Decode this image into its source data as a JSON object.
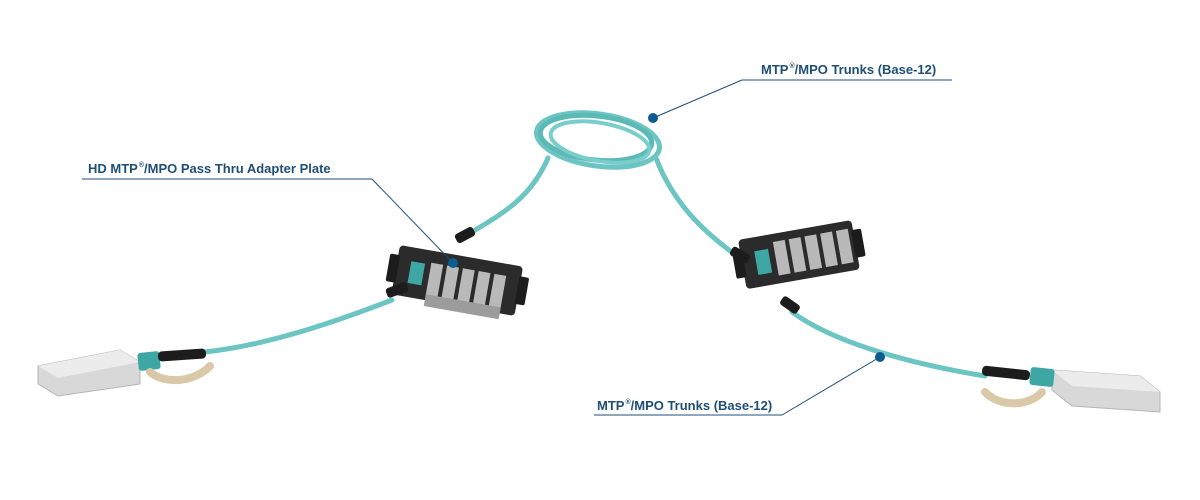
{
  "colors": {
    "label_text": "#1f4e79",
    "leader_line": "#1f4e79",
    "leader_dot": "#0d5c8f",
    "cable": "#6cc5c2",
    "cable_shade": "#3fa7a3",
    "boot": "#1c1c1c",
    "plate": "#2b2b2b",
    "adapter": "#b9b9b9",
    "transceiver": "#d8d8d8",
    "pull_tab": "#d9c9a8"
  },
  "labels": {
    "adapter_plate": {
      "before": "HD MTP",
      "reg": "®",
      "after": "/MPO Pass Thru Adapter Plate"
    },
    "trunk_top": {
      "before": "MTP",
      "reg": "®",
      "after": "/MPO Trunks (Base-12)"
    },
    "trunk_bottom": {
      "before": "MTP",
      "reg": "®",
      "after": "/MPO Trunks (Base-12)"
    }
  },
  "icons": {
    "left_transceiver": "qsfp-transceiver-icon",
    "right_transceiver": "qsfp-transceiver-icon",
    "left_plate": "adapter-plate-icon",
    "right_plate": "adapter-plate-icon",
    "cable_coil": "fiber-coil-icon"
  }
}
